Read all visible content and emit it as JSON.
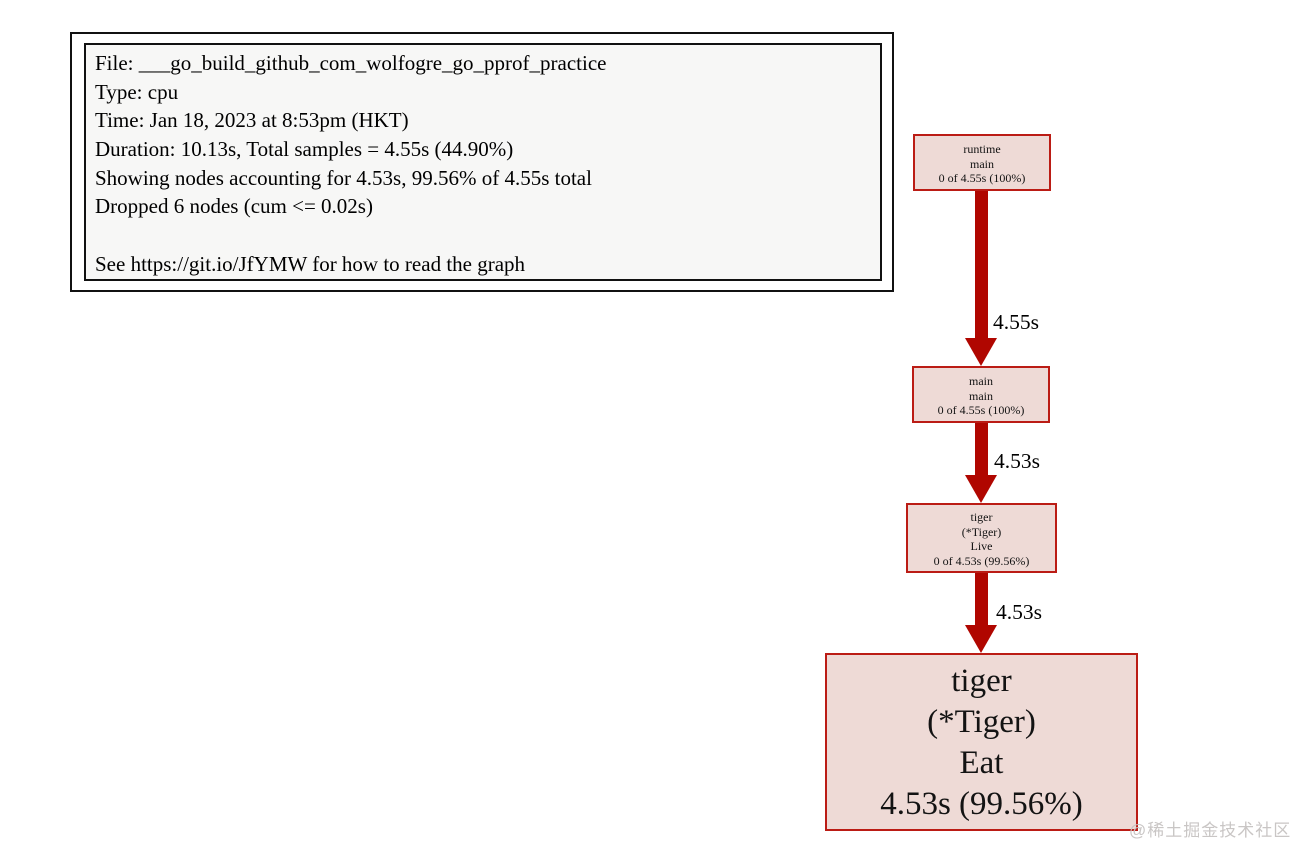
{
  "colors": {
    "background": "#ffffff",
    "legend_background": "#f7f7f6",
    "legend_border": "#111111",
    "node_fill": "#eedad6",
    "node_border": "#bb1c15",
    "edge_color": "#b00600",
    "watermark_color": "#c7c3c2"
  },
  "legend": {
    "lines": [
      "File: ___go_build_github_com_wolfogre_go_pprof_practice",
      "Type: cpu",
      "Time: Jan 18, 2023 at 8:53pm (HKT)",
      "Duration: 10.13s, Total samples = 4.55s (44.90%)",
      "Showing nodes accounting for 4.53s, 99.56% of 4.55s total",
      "Dropped 6 nodes (cum <= 0.02s)",
      " ",
      "See https://git.io/JfYMW for how to read the graph"
    ]
  },
  "graph": {
    "nodes": [
      {
        "id": "runtime-main",
        "lines": [
          "runtime",
          "main",
          "0 of 4.55s (100%)"
        ]
      },
      {
        "id": "main-main",
        "lines": [
          "main",
          "main",
          "0 of 4.55s (100%)"
        ]
      },
      {
        "id": "tiger-live",
        "lines": [
          "tiger",
          "(*Tiger)",
          "Live",
          "0 of 4.53s (99.56%)"
        ]
      },
      {
        "id": "tiger-eat",
        "lines": [
          "tiger",
          "(*Tiger)",
          "Eat",
          "4.53s (99.56%)"
        ]
      }
    ],
    "edges": [
      {
        "from": "runtime-main",
        "to": "main-main",
        "label": "4.55s"
      },
      {
        "from": "main-main",
        "to": "tiger-live",
        "label": "4.53s"
      },
      {
        "from": "tiger-live",
        "to": "tiger-eat",
        "label": "4.53s"
      }
    ]
  },
  "watermark": {
    "text": "@稀土掘金技术社区"
  }
}
